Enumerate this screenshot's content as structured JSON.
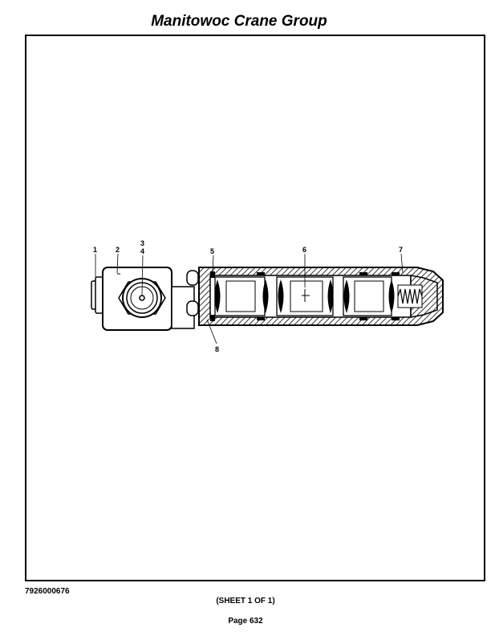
{
  "header": {
    "title": "Manitowoc Crane Group"
  },
  "diagram": {
    "callouts": [
      "1",
      "2",
      "3",
      "4",
      "5",
      "6",
      "7",
      "8"
    ]
  },
  "footer": {
    "part_number": "7926000676",
    "sheet": "(SHEET 1 OF 1)",
    "page": "Page 632"
  }
}
